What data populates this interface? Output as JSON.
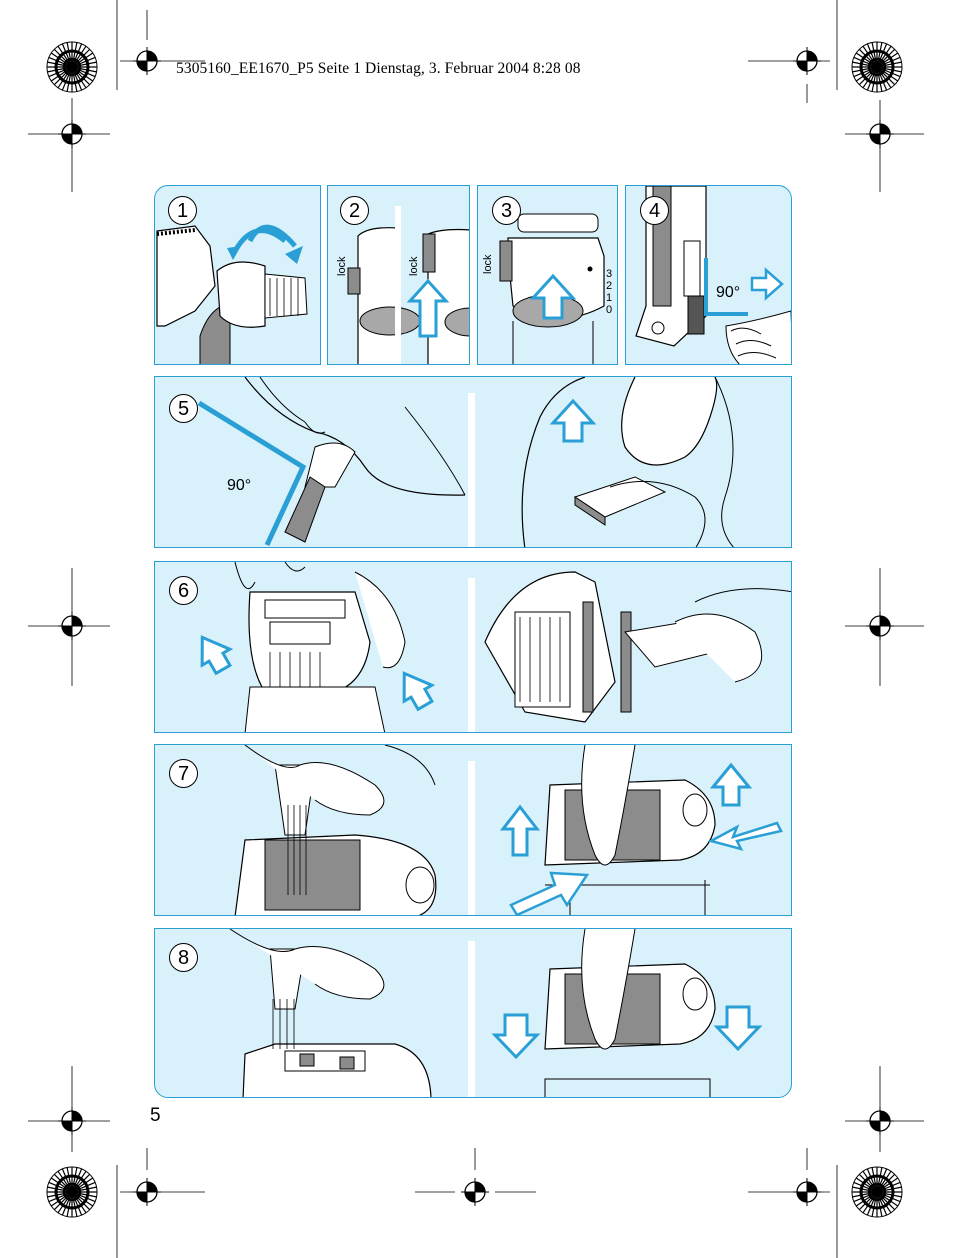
{
  "print_header": "5305160_EE1670_P5  Seite 1  Dienstag, 3. Februar 2004  8:28 08",
  "page_number": "5",
  "steps": {
    "s1": "1",
    "s2": "2",
    "s3": "3",
    "s4": "4",
    "s5": "5",
    "s6": "6",
    "s7": "7",
    "s8": "8"
  },
  "labels": {
    "lock": "lock",
    "angle": "90°",
    "scale_3": "3",
    "scale_2": "2",
    "scale_1": "1",
    "scale_0": "0"
  },
  "colors": {
    "accent": "#2a9fd6",
    "panel_bg": "#d9f1fb",
    "device_gray": "#8c8c8c"
  }
}
